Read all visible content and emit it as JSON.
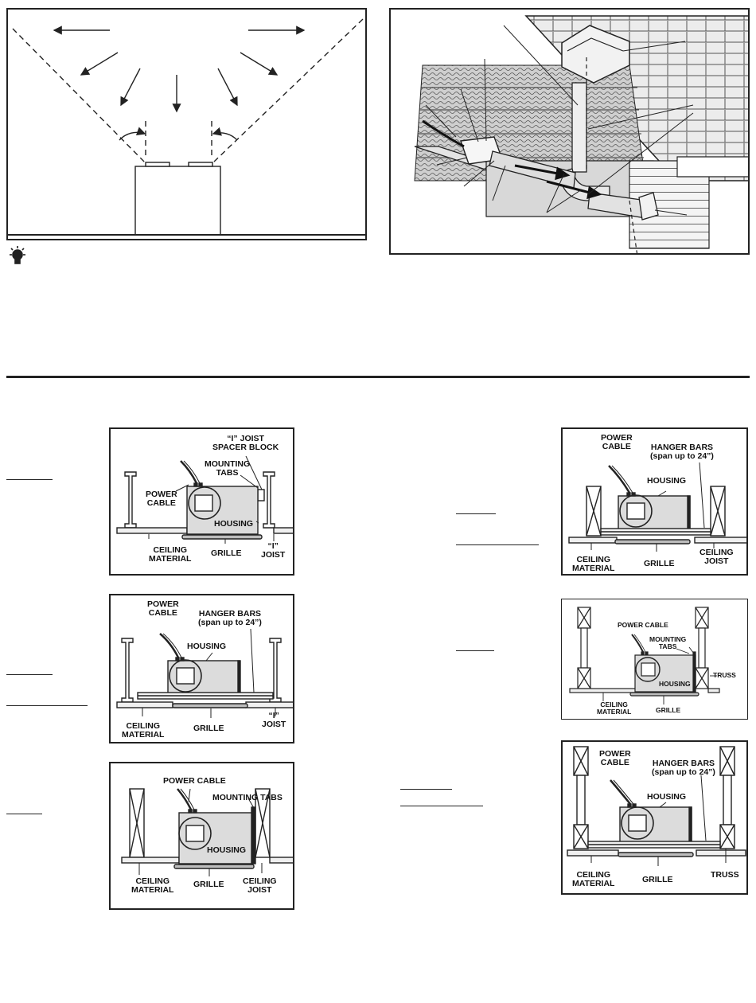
{
  "labels": {
    "i_joist_spacer": "“I” JOIST\nSPACER BLOCK",
    "mounting_tabs_2": "MOUNTING\nTABS",
    "mounting_tabs_1": "MOUNTING TABS",
    "power_cable_2": "POWER\nCABLE",
    "power_cable_1": "POWER CABLE",
    "housing": "HOUSING",
    "ceiling_material": "CEILING\nMATERIAL",
    "grille": "GRILLE",
    "i_joist": "“I”\nJOIST",
    "hanger_bars": "HANGER BARS\n(span up to 24”)",
    "ceiling_joist": "CEILING\nJOIST",
    "truss": "TRUSS"
  },
  "colors": {
    "ink": "#222222",
    "housing_fill": "#dcdcdc",
    "grille_fill": "#bdbdbd"
  },
  "icons": [
    "lightbulb-icon"
  ]
}
